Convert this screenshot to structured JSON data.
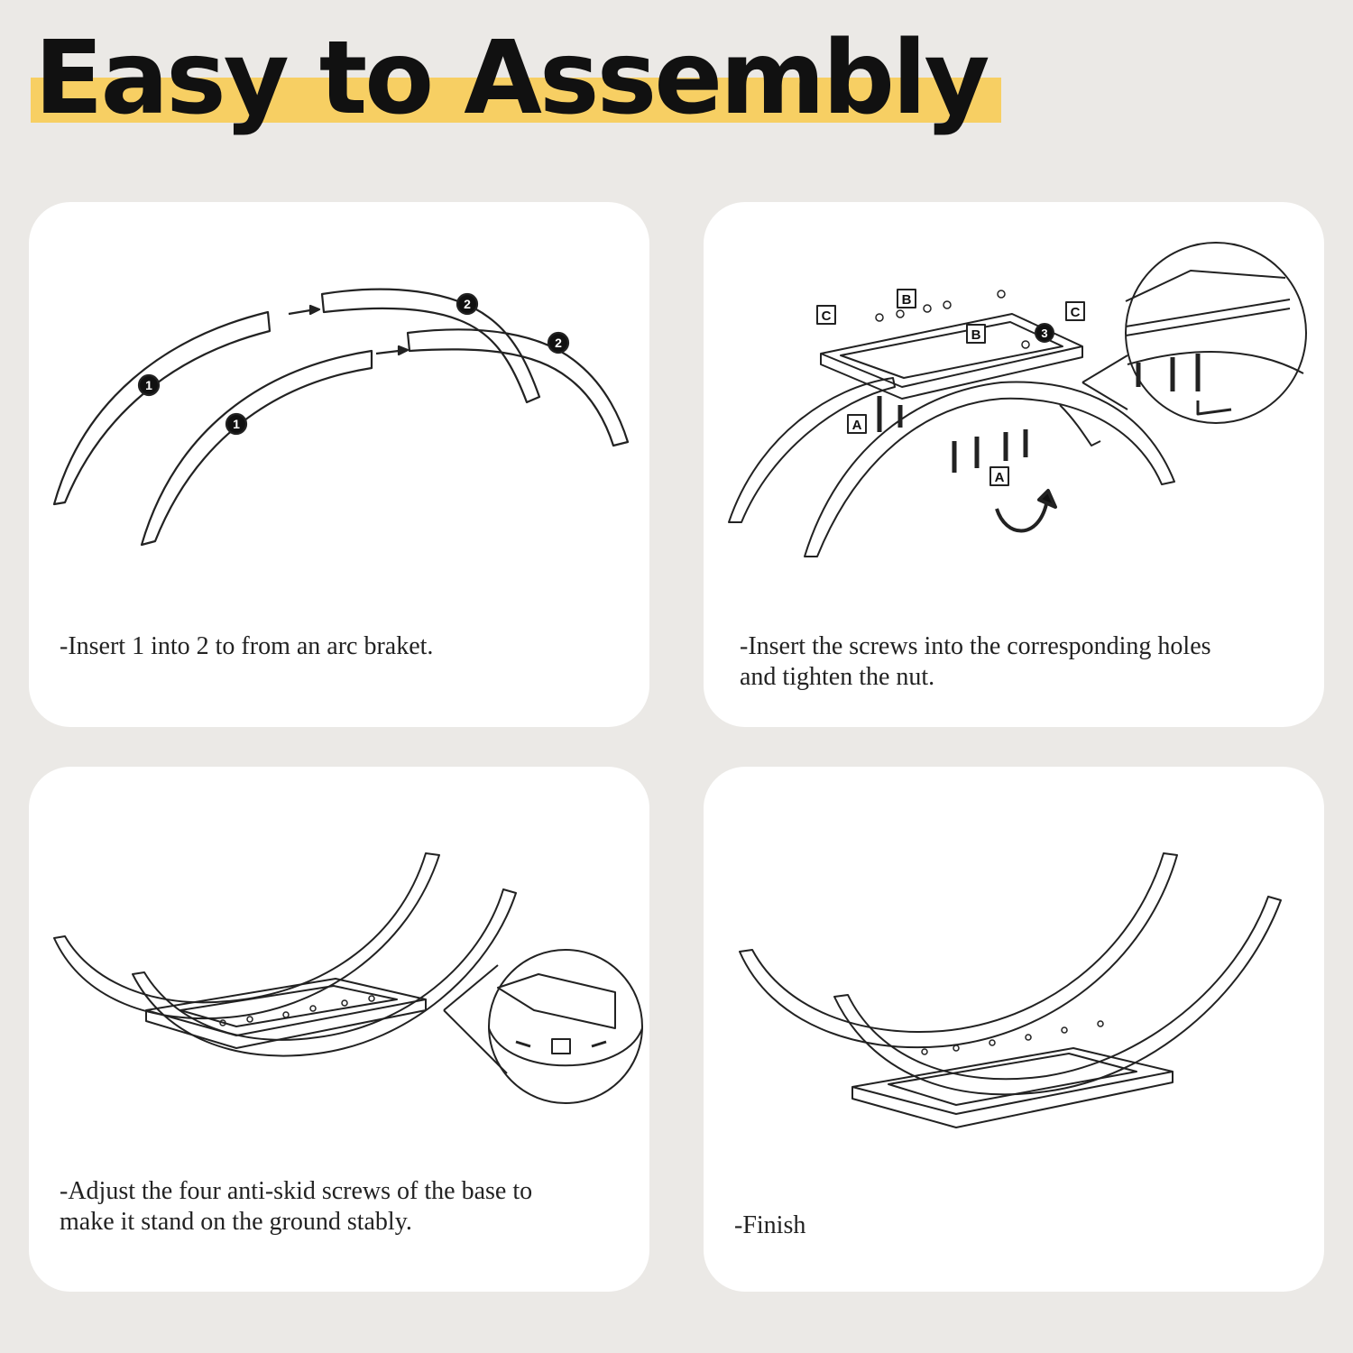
{
  "title": "Easy to Assembly",
  "colors": {
    "background": "#ebe9e6",
    "highlight": "#f7cf63",
    "card": "#ffffff",
    "line": "#222222"
  },
  "steps": [
    {
      "caption": "-Insert 1 into 2 to from an arc braket.",
      "labels": [
        "1",
        "2"
      ]
    },
    {
      "caption": "-Insert the screws into the corresponding holes\n and tighten the nut.",
      "labels": [
        "A",
        "B",
        "C",
        "3"
      ]
    },
    {
      "caption": "-Adjust the four anti-skid screws of the base to\n make it stand on the ground stably."
    },
    {
      "caption": "-Finish"
    }
  ]
}
